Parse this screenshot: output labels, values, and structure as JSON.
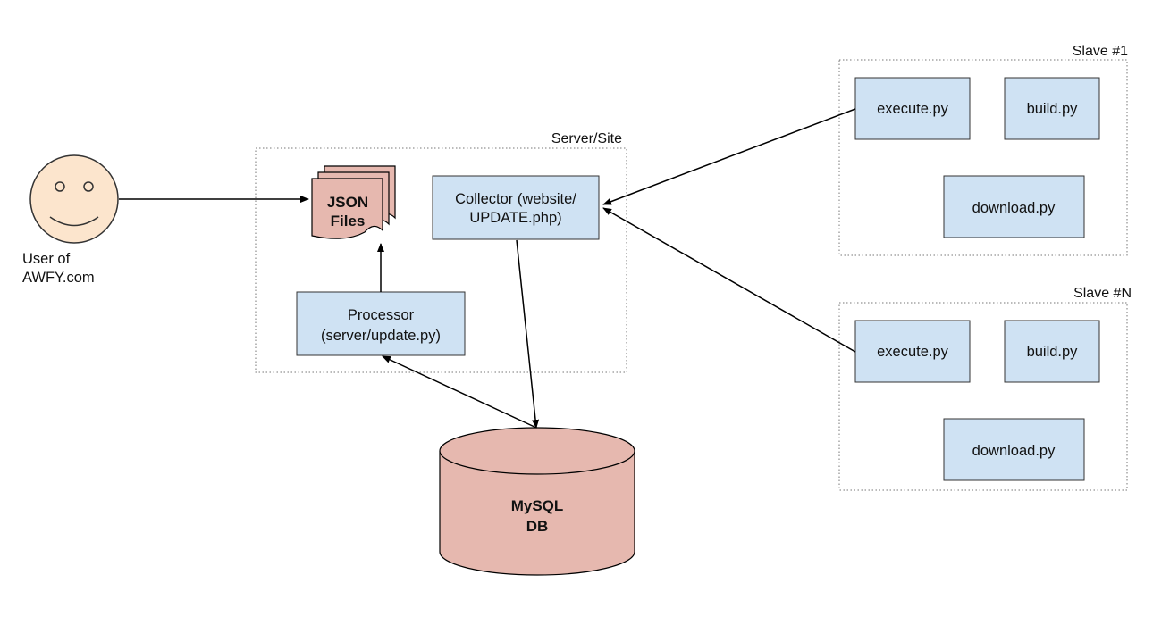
{
  "user": {
    "line1": "User of",
    "line2": "AWFY.com"
  },
  "server": {
    "title": "Server/Site",
    "json_files": {
      "line1": "JSON",
      "line2": "Files"
    },
    "collector": {
      "line1": "Collector (website/",
      "line2": "UPDATE.php)"
    },
    "processor": {
      "line1": "Processor",
      "line2": "(server/update.py)"
    }
  },
  "database": {
    "line1": "MySQL",
    "line2": "DB"
  },
  "slave1": {
    "title": "Slave #1",
    "execute": "execute.py",
    "build": "build.py",
    "download": "download.py"
  },
  "slaveN": {
    "title": "Slave #N",
    "execute": "execute.py",
    "build": "build.py",
    "download": "download.py"
  },
  "colors": {
    "process_box": "#cfe2f3",
    "storage": "#e6b8af",
    "user_face": "#fce5cd"
  }
}
